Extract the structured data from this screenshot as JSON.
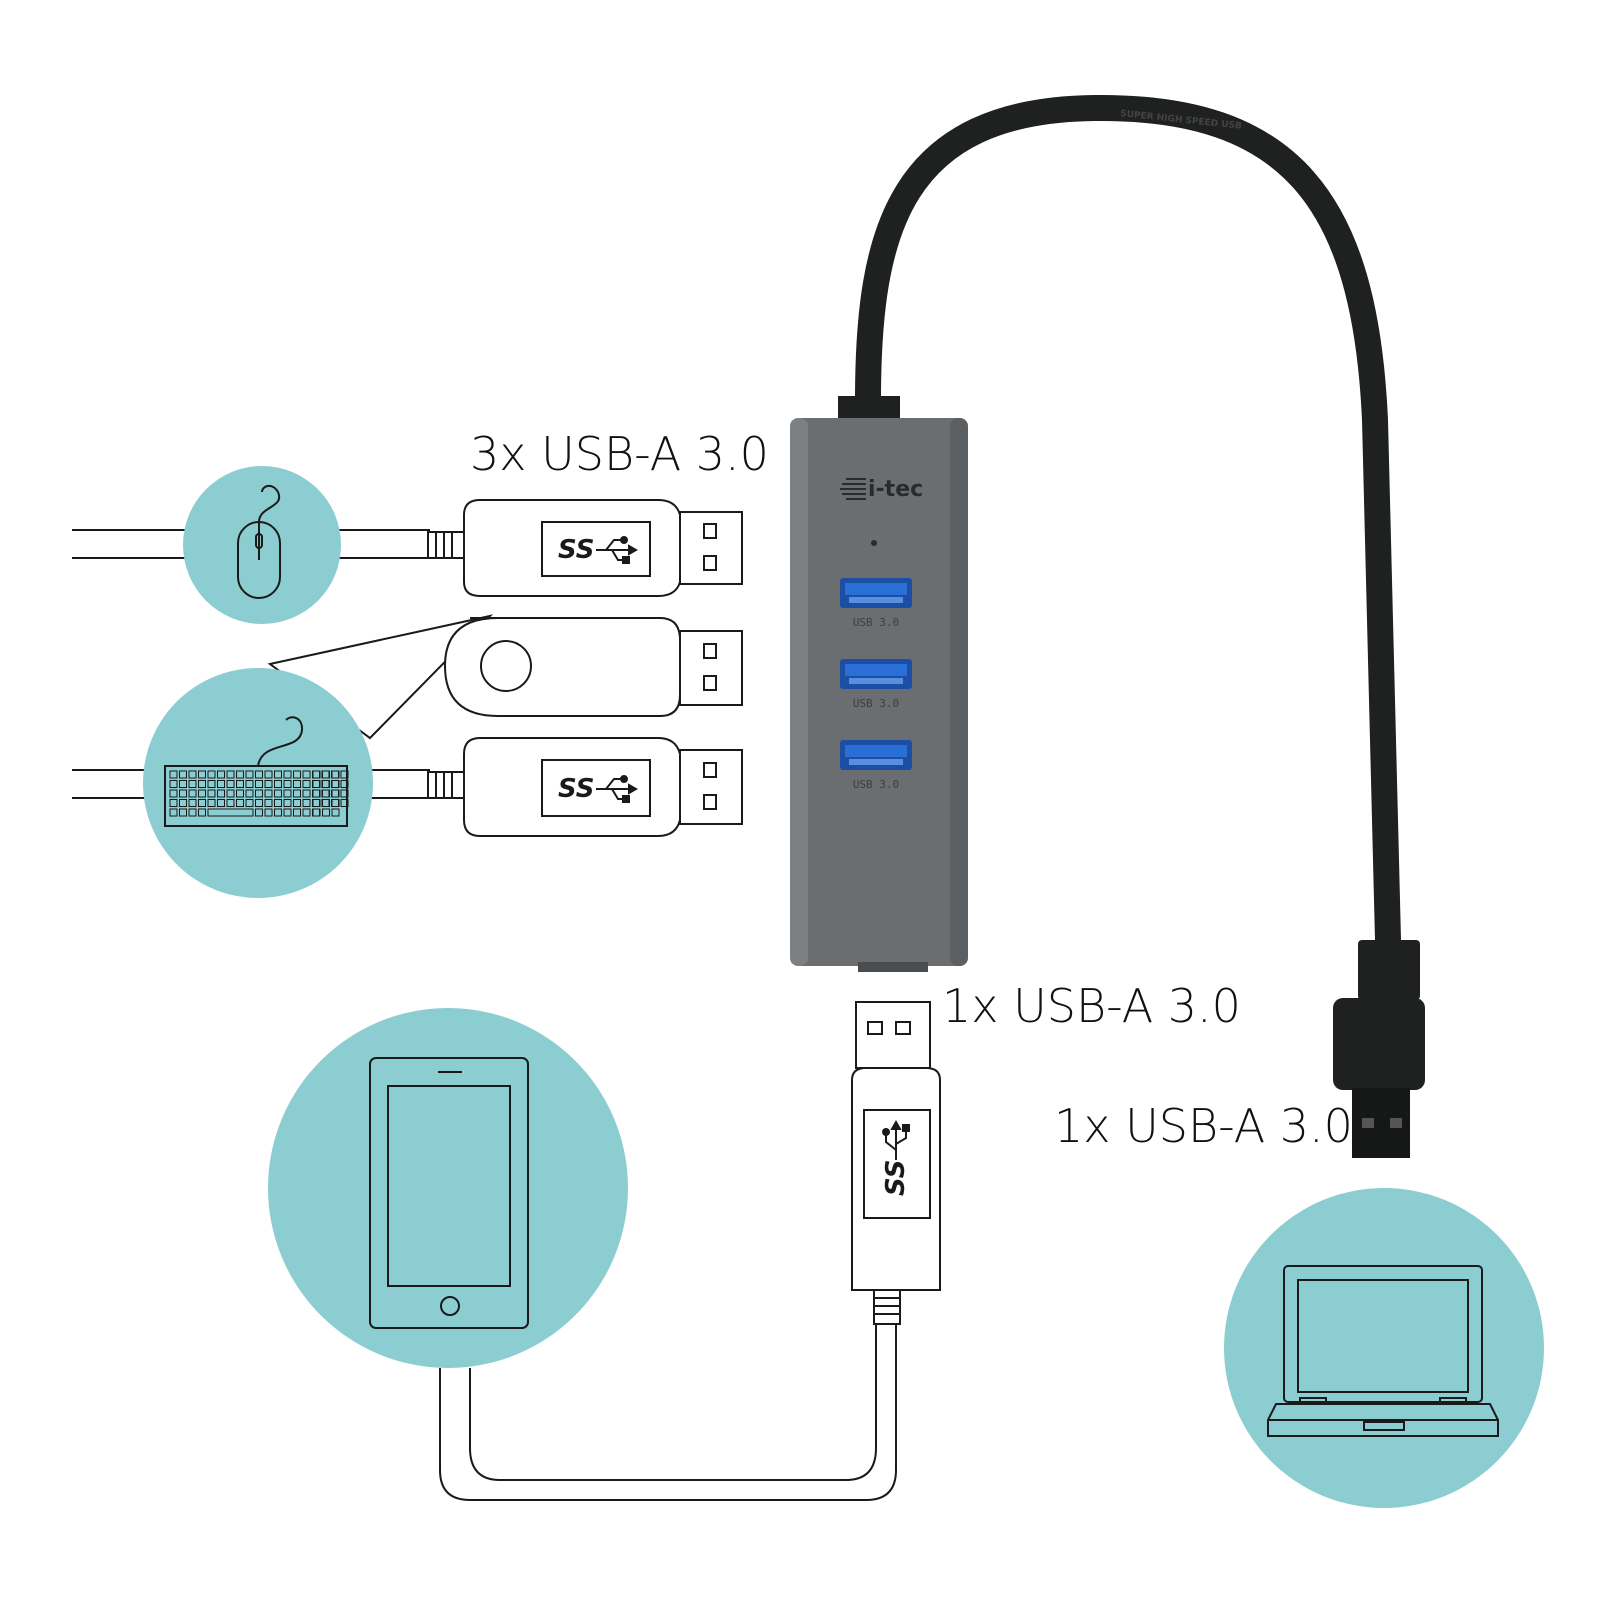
{
  "labels": {
    "hub_ports": "3x USB-A 3.0",
    "upstream_port": "1x USB-A 3.0",
    "host_plug": "1x USB-A 3.0"
  },
  "hub": {
    "brand": "i-tec",
    "port_label": "USB 3.0",
    "port_count": 3,
    "body_color": "#6b6e70",
    "port_color": "#2a6fd6"
  },
  "plug_logo": "SS",
  "cable_logo_text": "SUPER HIGH SPEED USB",
  "colors": {
    "circle": "#8ccdd2",
    "outline": "#1a1a1a",
    "cable": "#1f2020"
  },
  "devices": {
    "top_left": "mouse-icon",
    "middle_left": "keyboard-icon",
    "bottom_left": "smartphone-icon",
    "bottom_right": "laptop-icon"
  }
}
